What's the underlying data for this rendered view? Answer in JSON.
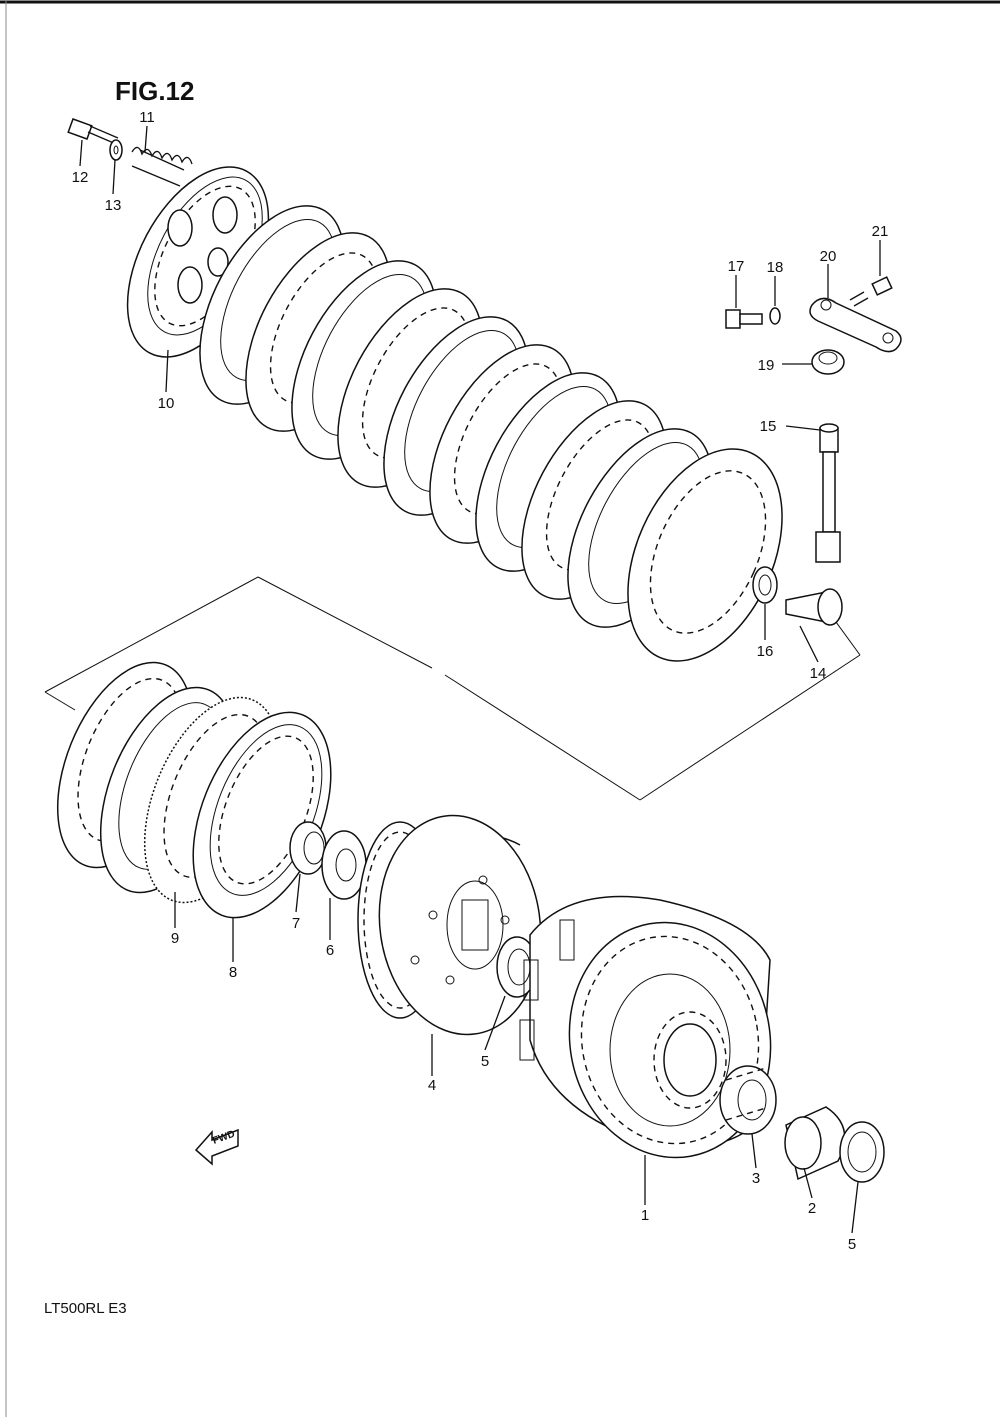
{
  "figure": {
    "title": "FIG.12",
    "model": "LT500RL  E3"
  },
  "direction_tag": "FWD",
  "callouts": [
    {
      "id": "c1",
      "text": "1"
    },
    {
      "id": "c2",
      "text": "2"
    },
    {
      "id": "c3",
      "text": "3"
    },
    {
      "id": "c4",
      "text": "4"
    },
    {
      "id": "c5a",
      "text": "5"
    },
    {
      "id": "c5b",
      "text": "5"
    },
    {
      "id": "c6",
      "text": "6"
    },
    {
      "id": "c7",
      "text": "7"
    },
    {
      "id": "c8",
      "text": "8"
    },
    {
      "id": "c9",
      "text": "9"
    },
    {
      "id": "c10",
      "text": "10"
    },
    {
      "id": "c11",
      "text": "11"
    },
    {
      "id": "c12",
      "text": "12"
    },
    {
      "id": "c13",
      "text": "13"
    },
    {
      "id": "c14",
      "text": "14"
    },
    {
      "id": "c15",
      "text": "15"
    },
    {
      "id": "c16",
      "text": "16"
    },
    {
      "id": "c17",
      "text": "17"
    },
    {
      "id": "c18",
      "text": "18"
    },
    {
      "id": "c19",
      "text": "19"
    },
    {
      "id": "c20",
      "text": "20"
    },
    {
      "id": "c21",
      "text": "21"
    }
  ]
}
